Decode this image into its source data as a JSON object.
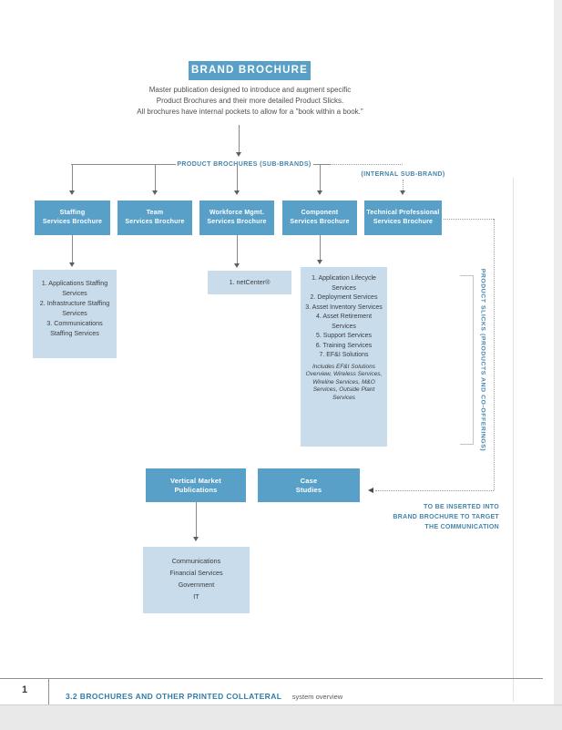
{
  "diagram": {
    "title": "BRAND BROCHURE",
    "description_lines": [
      "Master publication designed to introduce and augment specific",
      "Product Brochures and their more detailed Product Slicks.",
      "All brochures have internal pockets to allow for a \"book within a book.\""
    ],
    "group_labels": {
      "product_brochures": "PRODUCT BROCHURES (SUB-BRANDS)",
      "internal_sub_brand": "(INTERNAL SUB-BRAND)",
      "product_slicks": "PRODUCT SLICKS (PRODUCTS AND CO-OFFERINGS)"
    },
    "insert_note_lines": [
      "TO BE INSERTED INTO",
      "BRAND BROCHURE TO TARGET",
      "THE COMMUNICATION"
    ],
    "brochures": [
      {
        "label": "Staffing\nServices Brochure"
      },
      {
        "label": "Team\nServices Brochure"
      },
      {
        "label": "Workforce Mgmt.\nServices Brochure"
      },
      {
        "label": "Component\nServices Brochure"
      },
      {
        "label": "Technical Professional\nServices Brochure"
      }
    ],
    "staffing_items": [
      "1. Applications Staffing Services",
      "2. Infrastructure Staffing Services",
      "3. Communications Staffing Services"
    ],
    "workforce_items": [
      "1. netCenter®"
    ],
    "component_items": [
      "1. Application Lifecycle Services",
      "2. Deployment Services",
      "3. Asset Inventory Services",
      "4. Asset Retirement Services",
      "5. Support Services",
      "6. Training Services",
      "7. EF&I Solutions"
    ],
    "component_note": "Includes EF&I Solutions Overview, Wireless Services, Wireline Services, M&O Services, Outside Plant Services",
    "secondary_boxes": [
      {
        "label": "Vertical Market\nPublications"
      },
      {
        "label": "Case\nStudies"
      }
    ],
    "vertical_markets": [
      "Communications",
      "Financial Services",
      "Government",
      "IT"
    ],
    "footer": {
      "page_number": "1",
      "section_title": "3.2 BROCHURES AND OTHER PRINTED COLLATERAL",
      "section_subtitle": "system overview"
    },
    "colors": {
      "box_blue": "#58a0c8",
      "box_light_blue": "#c8dcec",
      "label_blue": "#4484ad",
      "footer_blue": "#2d7cab"
    }
  }
}
